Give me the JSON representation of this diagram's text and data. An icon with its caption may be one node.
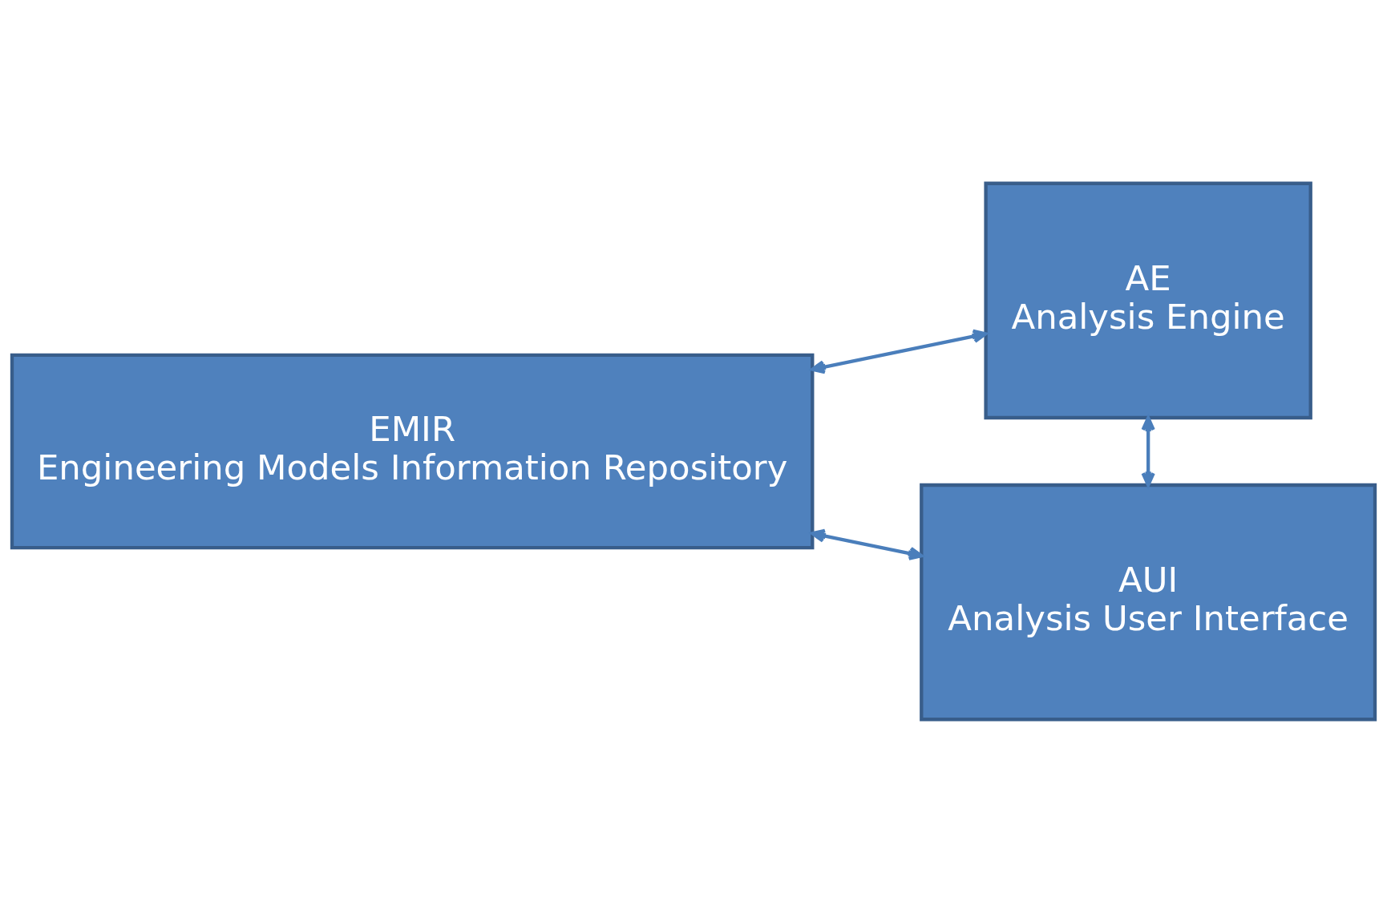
{
  "diagram": {
    "nodes": [
      {
        "text": [
          "EMIR",
          "Engineering Models Information Repository"
        ]
      },
      {
        "text": [
          "AE",
          "Analysis Engine"
        ]
      },
      {
        "text": [
          "AUI",
          "Analysis User Interface"
        ]
      }
    ],
    "edges": [
      {
        "from": 0,
        "to": 1,
        "arrow": "both"
      },
      {
        "from": 0,
        "to": 2,
        "arrow": "both"
      },
      {
        "from": 1,
        "to": 2,
        "arrow": "both"
      }
    ]
  }
}
